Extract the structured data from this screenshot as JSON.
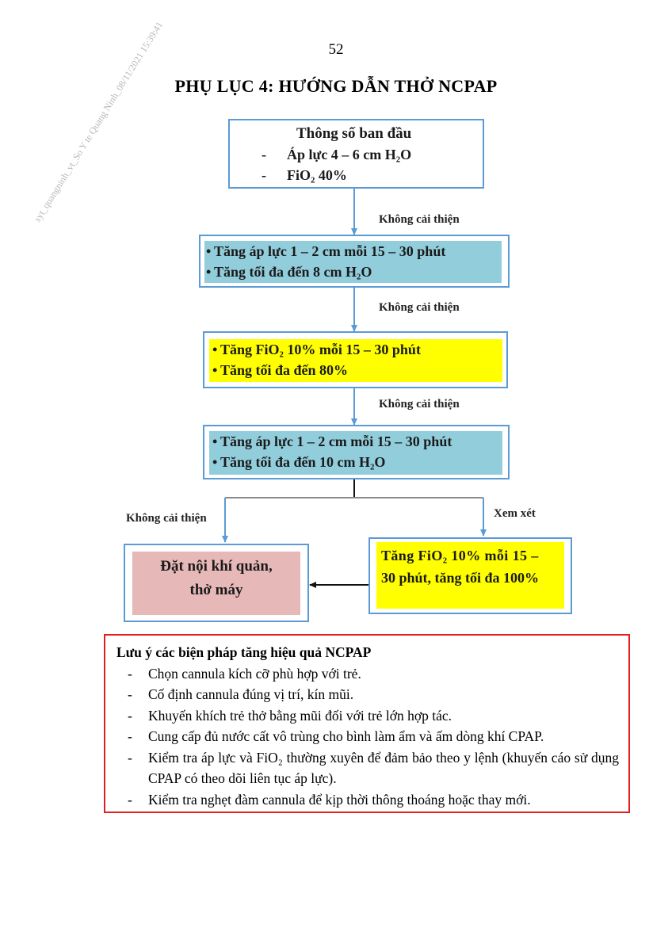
{
  "page_number": "52",
  "title": "PHỤ LỤC 4: HƯỚNG DẪN THỞ NCPAP",
  "watermark": "syt_quangninh_vt_So Y te Quang Ninh_08/11/2021 15:39:41",
  "colors": {
    "box_border": "#5b9bd5",
    "cyan_fill": "#92cddc",
    "yellow_fill": "#ffff00",
    "pink_fill": "#e6b8b7",
    "note_border": "#e02020"
  },
  "flow": {
    "initial": {
      "heading": "Thông số ban đầu",
      "items": [
        "Áp lực 4 – 6 cm H₂O",
        "FiO₂  40%"
      ]
    },
    "step1": {
      "items": [
        "Tăng áp lực 1 – 2 cm mỗi 15 – 30 phút",
        "Tăng tối đa đến 8 cm H₂O"
      ]
    },
    "step2": {
      "items": [
        "Tăng FiO₂ 10% mỗi 15 – 30 phút",
        "Tăng tối đa đến 80%"
      ]
    },
    "step3": {
      "items": [
        "Tăng áp lực 1 – 2 cm mỗi 15 – 30 phút",
        "Tăng tối đa đến 10 cm H₂O"
      ]
    },
    "intubate": {
      "lines": [
        "Đặt nội khí quản,",
        "thở máy"
      ]
    },
    "fio2_max": {
      "lines": [
        "Tăng FiO₂ 10% mỗi 15 –",
        "30 phút, tăng tối đa 100%"
      ]
    },
    "labels": {
      "no_improve_1": "Không cải thiện",
      "no_improve_2": "Không cải thiện",
      "no_improve_3": "Không cải thiện",
      "no_improve_4": "Không cải thiện",
      "consider": "Xem xét"
    },
    "bullet": "•",
    "dash": "-"
  },
  "note": {
    "title": "Lưu ý các biện pháp tăng hiệu quả NCPAP",
    "items": [
      "Chọn cannula kích cỡ phù hợp với trẻ.",
      "Cố định cannula đúng vị trí, kín mũi.",
      "Khuyến khích trẻ thở bằng mũi đối với trẻ lớn hợp tác.",
      "Cung cấp đủ nước cất vô trùng cho bình làm ẩm và ấm dòng khí CPAP.",
      "Kiểm tra áp lực và FiO₂ thường xuyên để đảm bảo theo y lệnh (khuyến cáo sử dụng CPAP có theo dõi liên tục áp lực).",
      "Kiểm tra nghẹt đàm cannula để kịp thời thông thoáng hoặc thay mới."
    ]
  }
}
